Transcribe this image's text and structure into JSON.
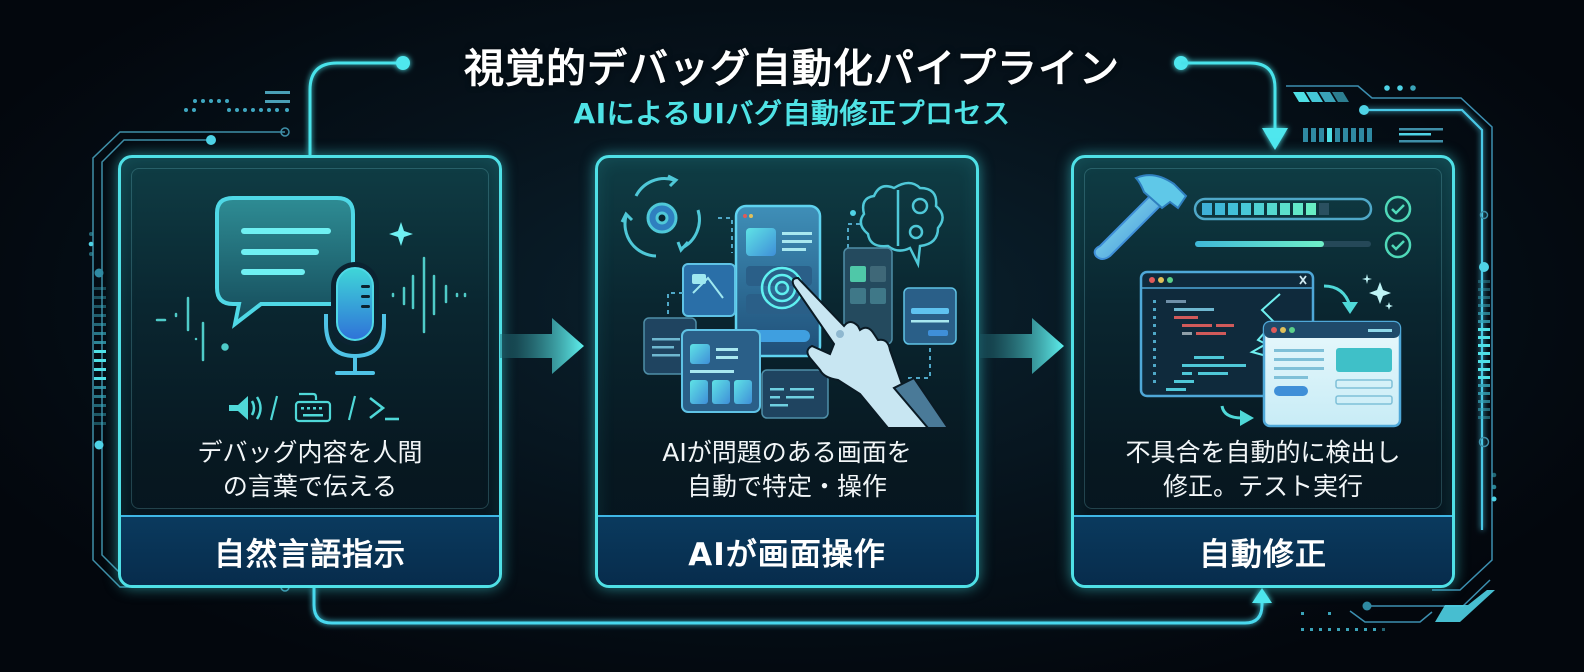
{
  "header": {
    "title": "視覚的デバッグ自動化パイプライン",
    "subtitle": "AIによるUIバグ自動修正プロセス"
  },
  "colors": {
    "accent_cyan": "#4fe0e6",
    "subtitle_cyan": "#4fe3e6",
    "footer_blue": "#072c4c",
    "footer_border": "#3fb7e6",
    "background": "#03070d"
  },
  "steps": [
    {
      "id": 1,
      "icons": [
        "chat-bubble-icon",
        "microphone-icon",
        "sound-wave-icon",
        "sparkle-icon"
      ],
      "input_modes": [
        {
          "icon": "speaker-icon"
        },
        {
          "separator": "/"
        },
        {
          "icon": "keyboard-icon"
        },
        {
          "separator": "/"
        },
        {
          "icon": "terminal-prompt-icon",
          "text": ">_"
        }
      ],
      "description_line1": "デバッグ内容を人間",
      "description_line2": "の言葉で伝える",
      "label": "自然言語指示"
    },
    {
      "id": 2,
      "icons": [
        "gear-cycle-icon",
        "brain-gear-icon",
        "phone-ui-icon",
        "target-icon",
        "robot-hand-icon",
        "image-window-icon",
        "grid-window-icon",
        "form-window-icon",
        "code-window-icon"
      ],
      "description_line1": "AIが問題のある画面を",
      "description_line2": "自動で特定・操作",
      "label": "AIが画面操作"
    },
    {
      "id": 3,
      "icons": [
        "hammer-icon",
        "progress-bar-icon",
        "check-circle-icon",
        "code-editor-icon",
        "crack-icon",
        "fixed-window-icon",
        "sparkle-icon"
      ],
      "progress": {
        "segments_filled": 9,
        "segments_total": 10,
        "bar_percent": 73
      },
      "description_line1": "不具合を自動的に検出し",
      "description_line2": "修正。テスト実行",
      "label": "自動修正"
    }
  ],
  "flow": {
    "arrows": [
      "arrow-right",
      "arrow-right"
    ],
    "loop_top": "connector from step 1 to step 3",
    "loop_bottom": "connector from step 1 to step 3"
  }
}
